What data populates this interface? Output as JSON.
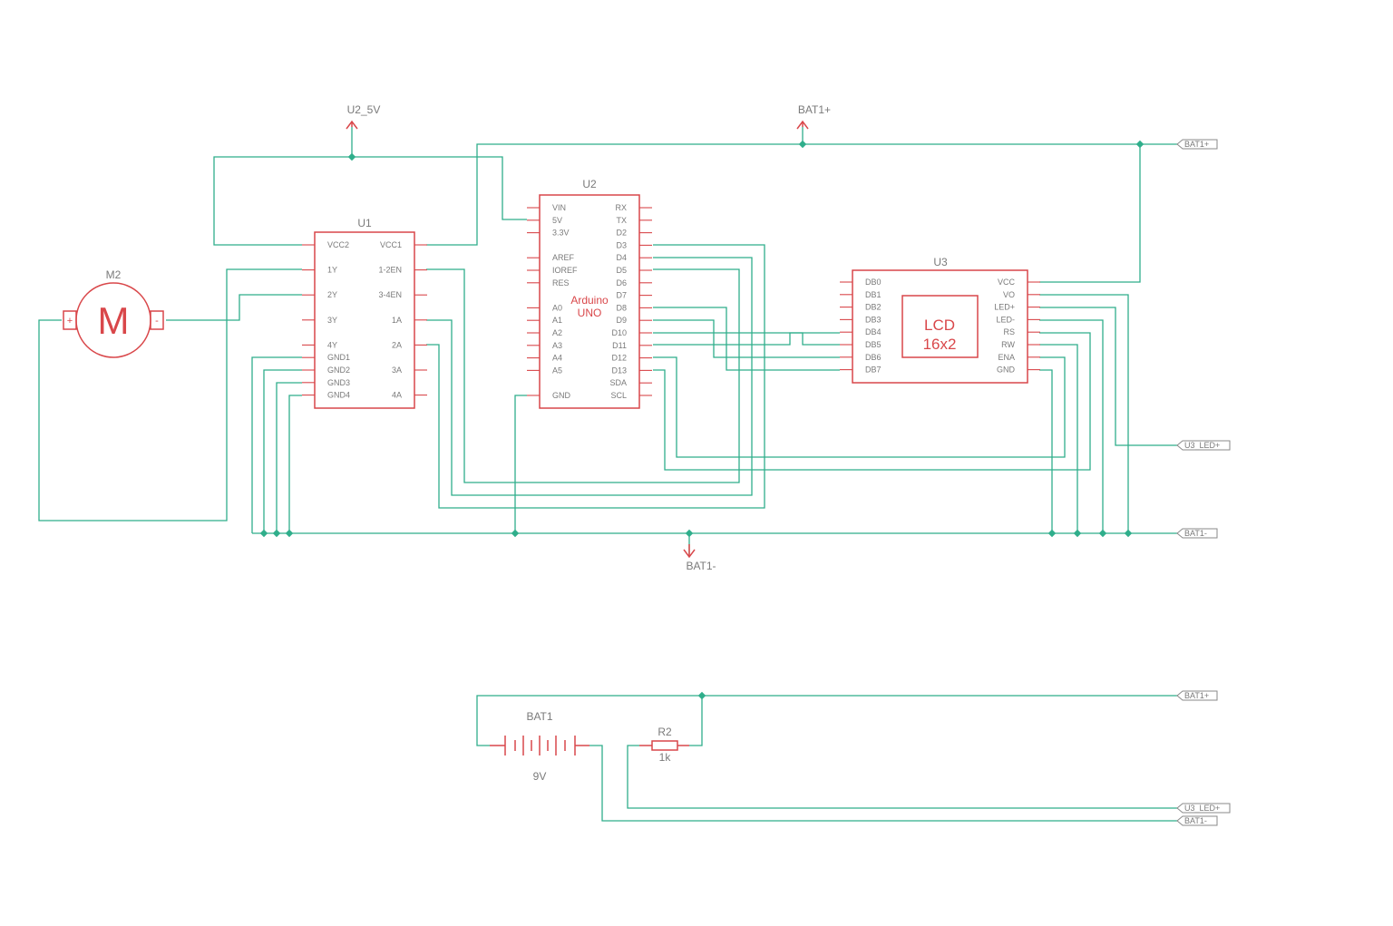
{
  "u1": {
    "ref": "U1",
    "left_pins": [
      "VCC2",
      "1Y",
      "2Y",
      "3Y",
      "4Y",
      "GND1",
      "GND2",
      "GND3",
      "GND4"
    ],
    "right_pins": [
      "VCC1",
      "1-2EN",
      "3-4EN",
      "1A",
      "2A",
      "3A",
      "4A"
    ]
  },
  "u2": {
    "ref": "U2",
    "label_line1": "Arduino",
    "label_line2": "UNO",
    "left_pins": [
      "VIN",
      "5V",
      "3.3V",
      "AREF",
      "IOREF",
      "RES",
      "A0",
      "A1",
      "A2",
      "A3",
      "A4",
      "A5",
      "GND"
    ],
    "right_pins": [
      "RX",
      "TX",
      "D2",
      "D3",
      "D4",
      "D5",
      "D6",
      "D7",
      "D8",
      "D9",
      "D10",
      "D11",
      "D12",
      "D13",
      "SDA",
      "SCL"
    ]
  },
  "u3": {
    "ref": "U3",
    "label_line1": "LCD",
    "label_line2": "16x2",
    "left_pins": [
      "DB0",
      "DB1",
      "DB2",
      "DB3",
      "DB4",
      "DB5",
      "DB6",
      "DB7"
    ],
    "right_pins": [
      "VCC",
      "VO",
      "LED+",
      "LED-",
      "RS",
      "RW",
      "ENA",
      "GND"
    ]
  },
  "m2": {
    "ref": "M2",
    "symbol": "M",
    "plus": "+",
    "minus": "-"
  },
  "bat1": {
    "ref": "BAT1",
    "value": "9V"
  },
  "r2": {
    "ref": "R2",
    "value": "1k"
  },
  "power": {
    "u2_5v": "U2_5V",
    "bat_plus": "BAT1+",
    "bat_minus": "BAT1-"
  },
  "net_flags": {
    "bat_plus": "BAT1+",
    "bat_minus": "BAT1-",
    "u3_led_plus": "U3_LED+"
  }
}
